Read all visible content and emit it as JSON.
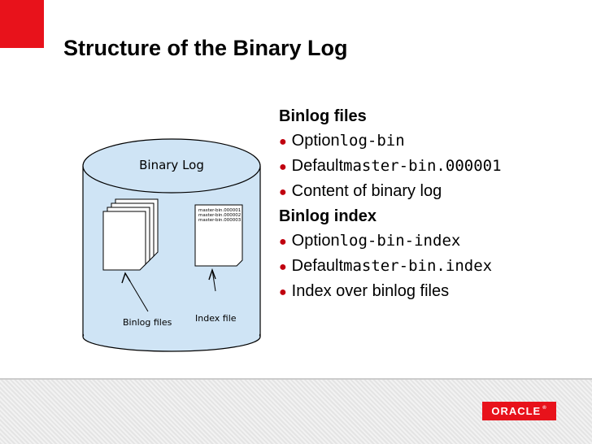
{
  "slide": {
    "title": "Structure of the Binary Log"
  },
  "diagram": {
    "cylinder_label": "Binary Log",
    "index_entries": [
      "master-bin.000001",
      "master-bin.000002",
      "master-bin.000003"
    ],
    "binlog_files_label": "Binlog files",
    "index_file_label": "Index file"
  },
  "content": {
    "binlog_heading": "Binlog files",
    "binlog_items": [
      {
        "text": "Option ",
        "code": "log-bin"
      },
      {
        "text": "Default ",
        "code": "master-bin.000001"
      },
      {
        "text": "Content of binary log",
        "code": ""
      }
    ],
    "index_heading": "Binlog index",
    "index_items": [
      {
        "text": "Option ",
        "code": "log-bin-index"
      },
      {
        "text": "Default ",
        "code": "master-bin.index"
      },
      {
        "text": "Index over binlog files",
        "code": ""
      }
    ]
  },
  "footer": {
    "logo_text": "ORACLE",
    "logo_mark": "®"
  },
  "colors": {
    "accent_red": "#e8121b",
    "bullet_red": "#c0000f",
    "cylinder_fill": "#cfe4f5"
  }
}
